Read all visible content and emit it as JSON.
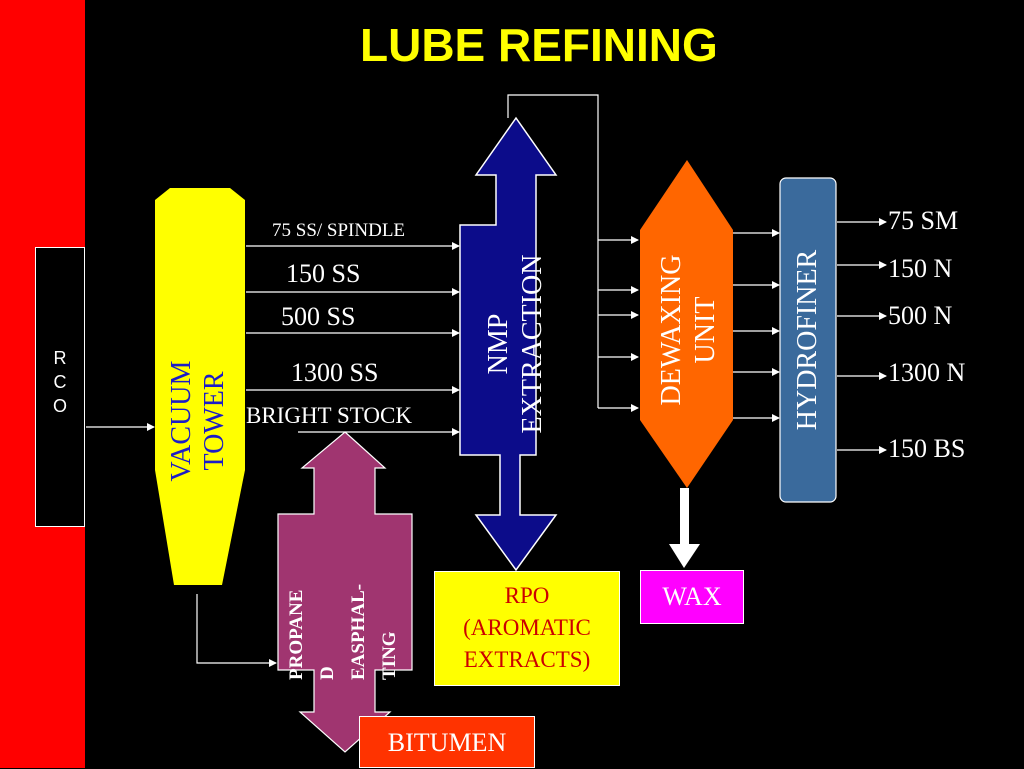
{
  "title": "LUBE REFINING",
  "feed": {
    "label_lines": [
      "R",
      "C",
      "O"
    ]
  },
  "units": {
    "vacuum_tower": {
      "line1": "VACUUM",
      "line2": "TOWER",
      "color": "#ffff00",
      "text_color": "#1c1cc8"
    },
    "nmp_extraction": {
      "line1": "NMP",
      "line2": "EXTRACTION",
      "color": "#0c0c8a",
      "text_color": "#ffffff"
    },
    "dewaxing_unit": {
      "line1": "DEWAXING",
      "line2": "UNIT",
      "color": "#ff6600",
      "text_color": "#ffffff"
    },
    "hydrofiner": {
      "label": "HYDROFINER",
      "color": "#3a6a9c",
      "text_color": "#ffffff"
    },
    "propane_deasphalting": {
      "line1": "PROPANE",
      "line2": "D",
      "line3": "EASPHAL-",
      "line4": "TING",
      "color": "#a03570",
      "text_color": "#ffffff"
    }
  },
  "vacuum_cuts": [
    "75 SS/ SPINDLE",
    "150 SS",
    "500 SS",
    "1300 SS",
    "BRIGHT STOCK"
  ],
  "products": [
    "75 SM",
    "150 N",
    "500 N",
    "1300 N",
    "150 BS"
  ],
  "byproducts": {
    "rpo": {
      "line1": "RPO",
      "line2": "(AROMATIC",
      "line3": "EXTRACTS)",
      "color": "#ffff00",
      "text_color": "#cc0000"
    },
    "wax": {
      "label": "WAX",
      "color": "#ff00ff",
      "text_color": "#ffffff"
    },
    "bitumen": {
      "label": "BITUMEN",
      "color": "#ff3300",
      "text_color": "#ffffff"
    }
  }
}
